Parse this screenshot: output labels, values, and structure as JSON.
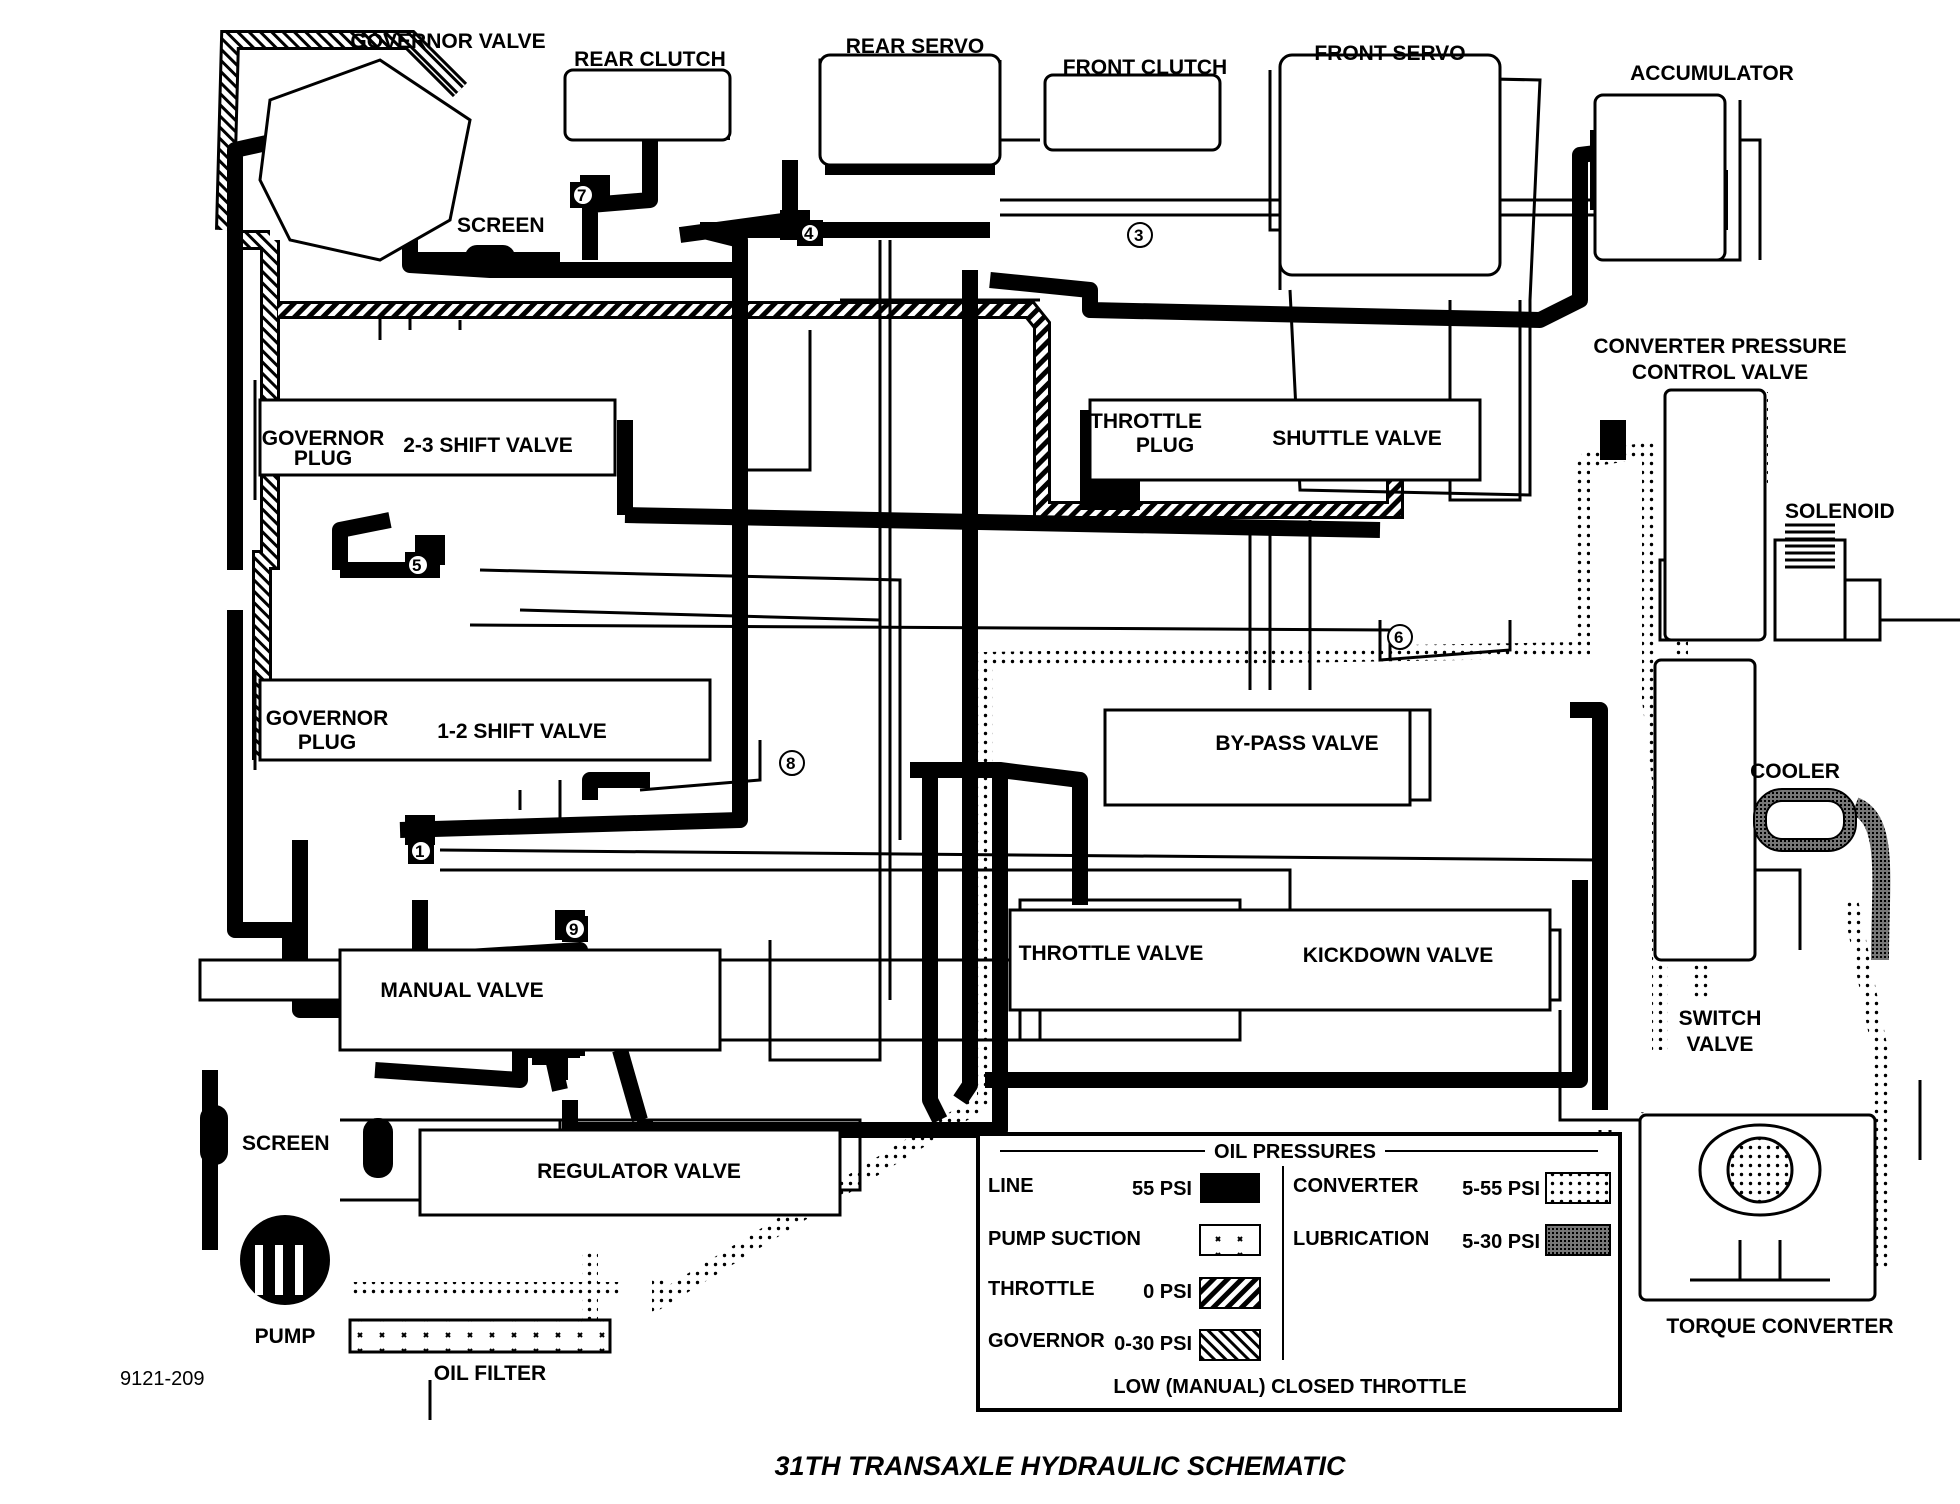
{
  "figure": {
    "title": "31TH TRANSAXLE HYDRAULIC SCHEMATIC",
    "code": "9121-209"
  },
  "components": {
    "governor_valve": "GOVERNOR VALVE",
    "rear_clutch": "REAR CLUTCH",
    "rear_servo": "REAR SERVO",
    "front_clutch": "FRONT CLUTCH",
    "front_servo": "FRONT SERVO",
    "accumulator": "ACCUMULATOR",
    "screen_top": "SCREEN",
    "converter_pressure_control_valve_1": "CONVERTER PRESSURE",
    "converter_pressure_control_valve_2": "CONTROL VALVE",
    "solenoid": "SOLENOID",
    "governor_plug_top_1": "GOVERNOR",
    "governor_plug_top_2": "PLUG",
    "shift_23": "2-3 SHIFT VALVE",
    "throttle_plug_1": "THROTTLE",
    "throttle_plug_2": "PLUG",
    "shuttle_valve": "SHUTTLE VALVE",
    "governor_plug_bot_1": "GOVERNOR",
    "governor_plug_bot_2": "PLUG",
    "shift_12": "1-2 SHIFT VALVE",
    "bypass_valve": "BY-PASS VALVE",
    "cooler": "COOLER",
    "throttle_valve": "THROTTLE VALVE",
    "kickdown_valve": "KICKDOWN VALVE",
    "switch_valve_1": "SWITCH",
    "switch_valve_2": "VALVE",
    "manual_valve": "MANUAL VALVE",
    "screen_bottom": "SCREEN",
    "regulator_valve": "REGULATOR VALVE",
    "pump": "PUMP",
    "oil_filter": "OIL FILTER",
    "torque_converter": "TORQUE CONVERTER"
  },
  "check_balls": [
    "1",
    "3",
    "4",
    "5",
    "6",
    "7",
    "8",
    "9"
  ],
  "legend": {
    "heading": "OIL PRESSURES",
    "items": [
      {
        "label": "LINE",
        "value": "55 PSI",
        "pattern": "solid"
      },
      {
        "label": "PUMP SUCTION",
        "value": "",
        "pattern": "pump-suction"
      },
      {
        "label": "THROTTLE",
        "value": "0 PSI",
        "pattern": "throttle-hatch"
      },
      {
        "label": "GOVERNOR",
        "value": "0-30 PSI",
        "pattern": "governor-hatch"
      },
      {
        "label": "CONVERTER",
        "value": "5-55 PSI",
        "pattern": "dotted"
      },
      {
        "label": "LUBRICATION",
        "value": "5-30 PSI",
        "pattern": "shaded"
      }
    ],
    "footer": "LOW (MANUAL) CLOSED THROTTLE"
  }
}
